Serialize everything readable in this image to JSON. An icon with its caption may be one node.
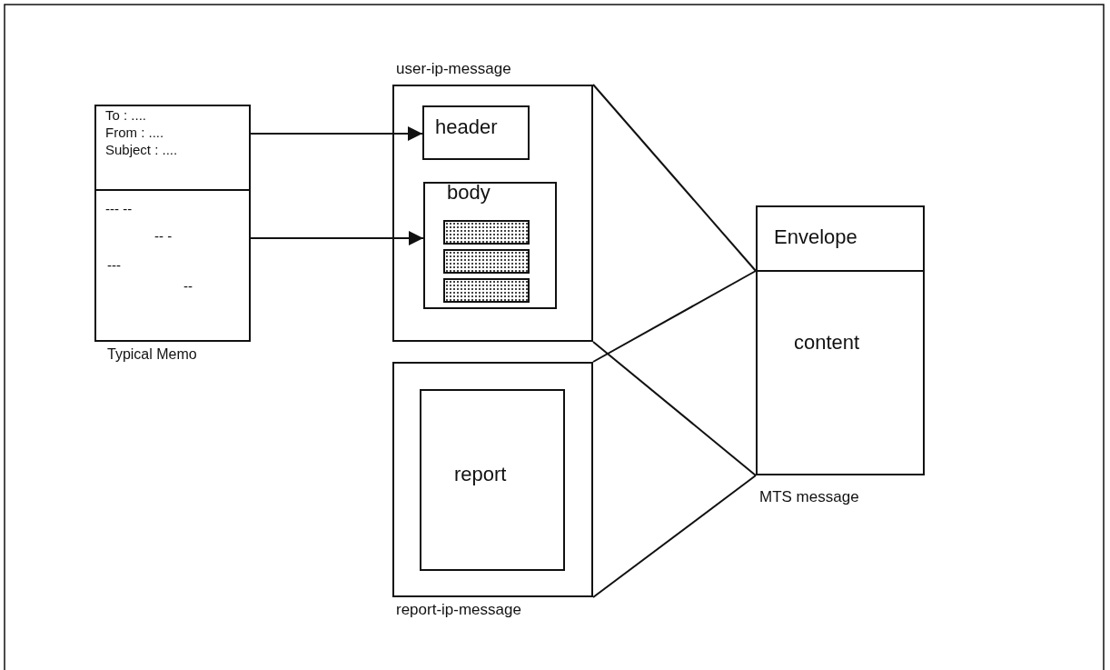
{
  "diagram": {
    "nodes": [
      {
        "text": [
          "Typical Memo"
        ]
      },
      {
        "text": [
          "To : ....",
          "From : ....",
          "Subject : ...."
        ],
        "in": 0
      },
      {
        "text": [
          "--- --",
          "-- -",
          "---",
          "--"
        ],
        "in": 0
      },
      {
        "text": [
          "user-ip-message"
        ]
      },
      {
        "text": [
          "header"
        ],
        "in": 3
      },
      {
        "text": [
          "body"
        ],
        "in": 3
      },
      {
        "text": [],
        "shape": "bar",
        "in": 5
      },
      {
        "text": [],
        "shape": "bar",
        "in": 5
      },
      {
        "text": [],
        "shape": "bar",
        "in": 5
      },
      {
        "text": [
          "report-ip-message"
        ]
      },
      {
        "text": [
          "report"
        ],
        "in": 9
      },
      {
        "text": [
          "MTS message"
        ]
      },
      {
        "text": [
          "Envelope"
        ],
        "in": 11
      },
      {
        "text": [
          "content"
        ],
        "in": 11
      }
    ],
    "edges": [
      {
        "from": 1,
        "to": 4,
        "arrow": "to"
      },
      {
        "from": 2,
        "to": 5,
        "arrow": "to"
      },
      {
        "from": 3,
        "to": 11,
        "arrow": "none"
      },
      {
        "from": 3,
        "to": 11,
        "arrow": "none"
      },
      {
        "from": 9,
        "to": 11,
        "arrow": "none"
      },
      {
        "from": 9,
        "to": 11,
        "arrow": "none"
      }
    ]
  }
}
